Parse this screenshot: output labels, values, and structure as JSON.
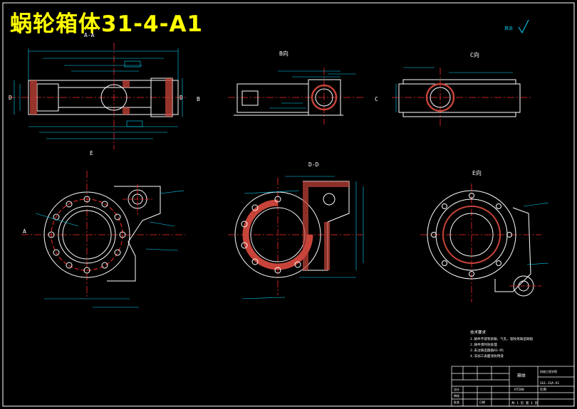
{
  "drawing": {
    "title": "蜗轮箱体31-4-A1",
    "roughness_note": "其余",
    "colors": {
      "background": "#000000",
      "outline": "#ffffff",
      "dimension": "#00d8ff",
      "centerline": "#ff2a2a",
      "section": "#c8443a",
      "title": "#ffff00"
    }
  },
  "views": {
    "aa_label": "A-A",
    "b_view_label": "B向",
    "c_view_label": "C向",
    "dd_label": "D-D",
    "e_view_label": "E向",
    "b_mark": "B",
    "c_mark": "C",
    "d_mark_left": "D",
    "d_mark_right": "D",
    "e_mark": "E",
    "a_mark": "A"
  },
  "notes": {
    "heading": "技术要求",
    "lines": [
      "1.铸件不得有砂眼、气孔、裂纹等铸造缺陷",
      "2.铸件须时效处理",
      "3.未注铸造圆角R3-R5",
      "4.非加工表面涂防锈漆"
    ]
  },
  "title_block": {
    "part_name": "箱体",
    "drawing_no": "SG1-31A-A1",
    "material": "HT200",
    "school": "机械工程学院",
    "sheet": "共 1 页  第 1 页",
    "scale": "比例",
    "design": "设计",
    "check": "审核",
    "approve": "批准",
    "date": "日期"
  }
}
